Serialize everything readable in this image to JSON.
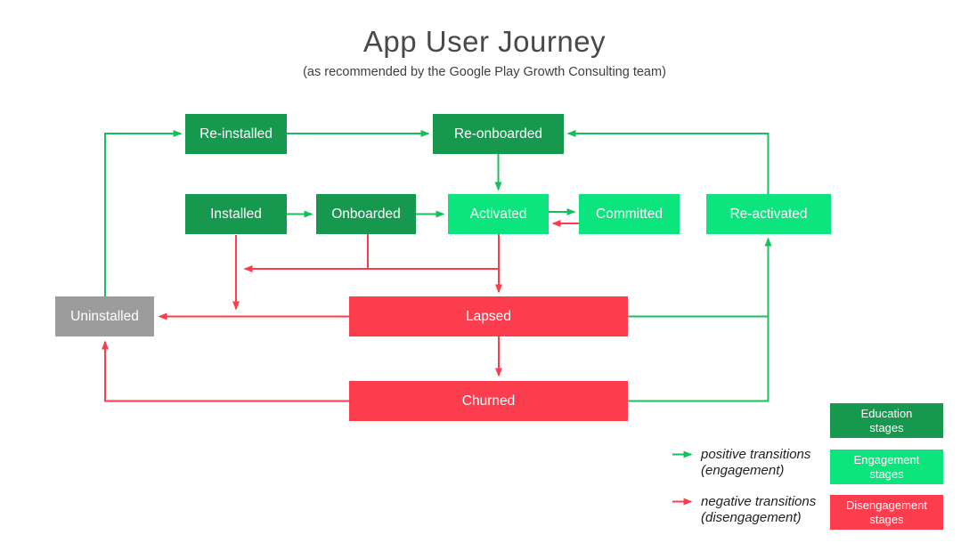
{
  "title": "App User Journey",
  "subtitle": "(as recommended by the Google Play Growth Consulting team)",
  "colors": {
    "education_stage": "#17984f",
    "engagement_stage": "#0ce47d",
    "disengagement_stage": "#fb3d4d",
    "neutral_stage": "#9c9c9c",
    "positive_arrow": "#16c05c",
    "negative_arrow": "#fb3d4d"
  },
  "nodes": [
    {
      "id": "re-installed",
      "label": "Re-installed",
      "stage": "education"
    },
    {
      "id": "re-onboarded",
      "label": "Re-onboarded",
      "stage": "education"
    },
    {
      "id": "installed",
      "label": "Installed",
      "stage": "education"
    },
    {
      "id": "onboarded",
      "label": "Onboarded",
      "stage": "education"
    },
    {
      "id": "activated",
      "label": "Activated",
      "stage": "engagement"
    },
    {
      "id": "committed",
      "label": "Committed",
      "stage": "engagement"
    },
    {
      "id": "re-activated",
      "label": "Re-activated",
      "stage": "engagement"
    },
    {
      "id": "uninstalled",
      "label": "Uninstalled",
      "stage": "neutral"
    },
    {
      "id": "lapsed",
      "label": "Lapsed",
      "stage": "disengagement"
    },
    {
      "id": "churned",
      "label": "Churned",
      "stage": "disengagement"
    }
  ],
  "edges": [
    {
      "from": "Uninstalled",
      "to": "Re-installed",
      "type": "positive"
    },
    {
      "from": "Re-installed",
      "to": "Re-onboarded",
      "type": "positive"
    },
    {
      "from": "Re-onboarded",
      "to": "Activated",
      "type": "positive"
    },
    {
      "from": "Installed",
      "to": "Onboarded",
      "type": "positive"
    },
    {
      "from": "Onboarded",
      "to": "Activated",
      "type": "positive"
    },
    {
      "from": "Activated",
      "to": "Committed",
      "type": "positive"
    },
    {
      "from": "Re-activated",
      "to": "Re-onboarded",
      "type": "positive"
    },
    {
      "from": "Lapsed",
      "to": "Re-activated",
      "type": "positive"
    },
    {
      "from": "Churned",
      "to": "Re-activated",
      "type": "positive"
    },
    {
      "from": "Committed",
      "to": "Activated",
      "type": "negative"
    },
    {
      "from": "Activated",
      "to": "Lapsed",
      "type": "negative"
    },
    {
      "from": "Onboarded",
      "to": "Uninstalled",
      "type": "negative"
    },
    {
      "from": "Installed",
      "to": "Uninstalled",
      "type": "negative"
    },
    {
      "from": "Lapsed",
      "to": "Uninstalled",
      "type": "negative"
    },
    {
      "from": "Lapsed",
      "to": "Churned",
      "type": "negative"
    },
    {
      "from": "Churned",
      "to": "Uninstalled",
      "type": "negative"
    }
  ],
  "legend": {
    "positive_line1": "positive transitions",
    "positive_line2": "(engagement)",
    "negative_line1": "negative transitions",
    "negative_line2": "(disengagement)",
    "stages": [
      {
        "line1": "Education",
        "line2": "stages"
      },
      {
        "line1": "Engagement",
        "line2": "stages"
      },
      {
        "line1": "Disengagement",
        "line2": "stages"
      }
    ]
  }
}
